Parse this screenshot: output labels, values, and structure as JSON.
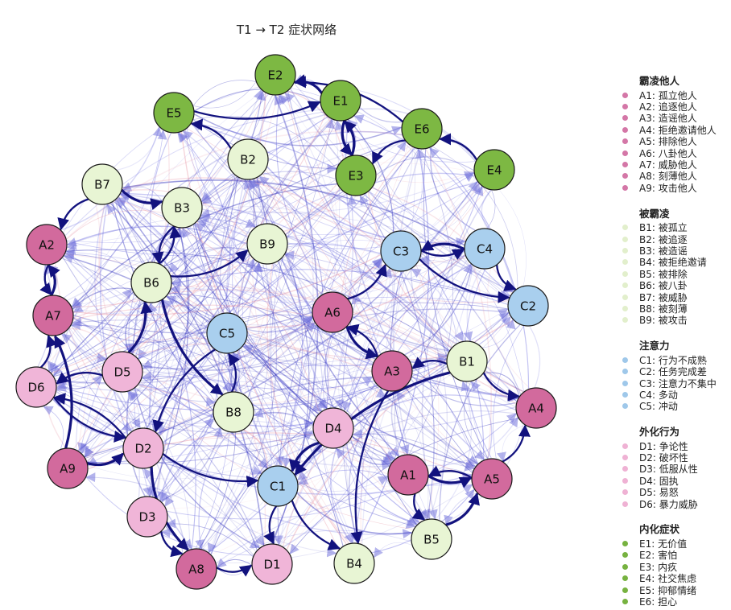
{
  "title": "T1 → T2 症状网络",
  "groups": [
    {
      "key": "A",
      "title": "霸凌他人",
      "color": "#d26a9d",
      "dot": "#d477a7",
      "items": [
        {
          "id": "A1",
          "label": "A1: 孤立他人"
        },
        {
          "id": "A2",
          "label": "A2: 追逐他人"
        },
        {
          "id": "A3",
          "label": "A3: 造谣他人"
        },
        {
          "id": "A4",
          "label": "A4: 拒绝邀请他人"
        },
        {
          "id": "A5",
          "label": "A5: 排除他人"
        },
        {
          "id": "A6",
          "label": "A6: 八卦他人"
        },
        {
          "id": "A7",
          "label": "A7: 威胁他人"
        },
        {
          "id": "A8",
          "label": "A8: 刻薄他人"
        },
        {
          "id": "A9",
          "label": "A9: 攻击他人"
        }
      ]
    },
    {
      "key": "B",
      "title": "被霸凌",
      "color": "#e8f5d4",
      "dot": "#e2efcc",
      "items": [
        {
          "id": "B1",
          "label": "B1: 被孤立"
        },
        {
          "id": "B2",
          "label": "B2: 被追逐"
        },
        {
          "id": "B3",
          "label": "B3: 被造谣"
        },
        {
          "id": "B4",
          "label": "B4: 被拒绝邀请"
        },
        {
          "id": "B5",
          "label": "B5: 被排除"
        },
        {
          "id": "B6",
          "label": "B6: 被八卦"
        },
        {
          "id": "B7",
          "label": "B7: 被威胁"
        },
        {
          "id": "B8",
          "label": "B8: 被刻薄"
        },
        {
          "id": "B9",
          "label": "B9: 被攻击"
        }
      ]
    },
    {
      "key": "C",
      "title": "注意力",
      "color": "#a9cfee",
      "dot": "#9fc8ea",
      "items": [
        {
          "id": "C1",
          "label": "C1: 行为不成熟"
        },
        {
          "id": "C2",
          "label": "C2: 任务完成差"
        },
        {
          "id": "C3",
          "label": "C3: 注意力不集中"
        },
        {
          "id": "C4",
          "label": "C4: 多动"
        },
        {
          "id": "C5",
          "label": "C5: 冲动"
        }
      ]
    },
    {
      "key": "D",
      "title": "外化行为",
      "color": "#f0b5d8",
      "dot": "#efb2d4",
      "items": [
        {
          "id": "D1",
          "label": "D1: 争论性"
        },
        {
          "id": "D2",
          "label": "D2: 破坏性"
        },
        {
          "id": "D3",
          "label": "D3: 低服从性"
        },
        {
          "id": "D4",
          "label": "D4: 固执"
        },
        {
          "id": "D5",
          "label": "D5: 易怒"
        },
        {
          "id": "D6",
          "label": "D6: 暴力威胁"
        }
      ]
    },
    {
      "key": "E",
      "title": "内化症状",
      "color": "#7db843",
      "dot": "#77b240",
      "items": [
        {
          "id": "E1",
          "label": "E1: 无价值"
        },
        {
          "id": "E2",
          "label": "E2: 害怕"
        },
        {
          "id": "E3",
          "label": "E3: 内疚"
        },
        {
          "id": "E4",
          "label": "E4: 社交焦虑"
        },
        {
          "id": "E5",
          "label": "E5: 抑郁情绪"
        },
        {
          "id": "E6",
          "label": "E6: 担心"
        }
      ]
    }
  ],
  "strong_edges": [
    [
      "E1",
      "E2"
    ],
    [
      "E6",
      "E2"
    ],
    [
      "E5",
      "E1"
    ],
    [
      "E1",
      "E3"
    ],
    [
      "E6",
      "E3"
    ],
    [
      "E4",
      "E6"
    ],
    [
      "E3",
      "E1"
    ],
    [
      "B6",
      "B3"
    ],
    [
      "B3",
      "B6"
    ],
    [
      "B7",
      "B3"
    ],
    [
      "B6",
      "B9"
    ],
    [
      "B2",
      "E5"
    ],
    [
      "A7",
      "A2"
    ],
    [
      "A2",
      "A7"
    ],
    [
      "D6",
      "A7"
    ],
    [
      "A9",
      "A7"
    ],
    [
      "D6",
      "D2"
    ],
    [
      "D2",
      "D6"
    ],
    [
      "A9",
      "D2"
    ],
    [
      "D5",
      "D6"
    ],
    [
      "C3",
      "C4"
    ],
    [
      "C4",
      "C3"
    ],
    [
      "C3",
      "C2"
    ],
    [
      "C4",
      "C2"
    ],
    [
      "A1",
      "A5"
    ],
    [
      "A5",
      "A1"
    ],
    [
      "B1",
      "A3"
    ],
    [
      "A6",
      "A3"
    ],
    [
      "B1",
      "A4"
    ],
    [
      "A5",
      "A4"
    ],
    [
      "B5",
      "A5"
    ],
    [
      "A1",
      "B5"
    ],
    [
      "A3",
      "B4"
    ],
    [
      "D4",
      "C1"
    ],
    [
      "C1",
      "D1"
    ],
    [
      "A8",
      "D1"
    ],
    [
      "B6",
      "B8"
    ],
    [
      "B8",
      "C5"
    ],
    [
      "D3",
      "A8"
    ],
    [
      "D2",
      "A8"
    ],
    [
      "C5",
      "D2"
    ],
    [
      "B7",
      "A2"
    ],
    [
      "D5",
      "B6"
    ],
    [
      "A6",
      "C3"
    ],
    [
      "C1",
      "B4"
    ],
    [
      "B1",
      "C1"
    ],
    [
      "D2",
      "C1"
    ],
    [
      "A3",
      "A6"
    ]
  ]
}
